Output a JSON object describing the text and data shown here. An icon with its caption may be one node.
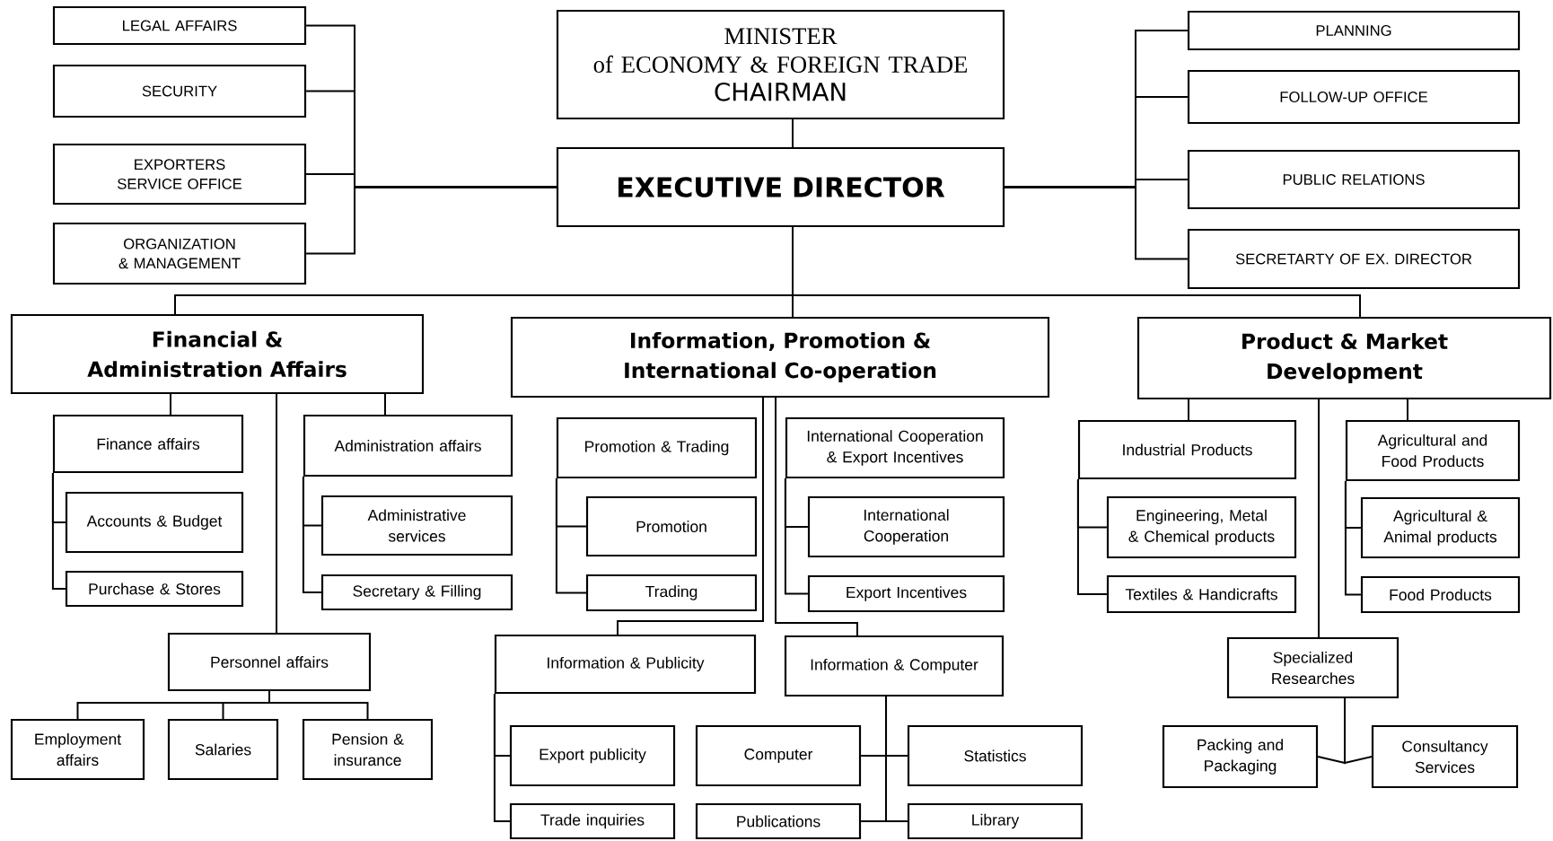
{
  "diagram": {
    "nodes": [
      {
        "text": [
          "MINISTER of ECONOMY & FOREIGN TRADE",
          "CHAIRMAN"
        ]
      },
      {
        "text": [
          "EXECUTIVE DIRECTOR"
        ]
      },
      {
        "text": [
          "LEGAL AFFAIRS"
        ]
      },
      {
        "text": [
          "SECURITY"
        ]
      },
      {
        "text": [
          "EXPORTERS SERVICE OFFICE"
        ]
      },
      {
        "text": [
          "ORGANIZATION & MANAGEMENT"
        ]
      },
      {
        "text": [
          "PLANNING"
        ]
      },
      {
        "text": [
          "FOLLOW-UP OFFICE"
        ]
      },
      {
        "text": [
          "PUBLIC RELATIONS"
        ]
      },
      {
        "text": [
          "SECRETARTY OF EX. DIRECTOR"
        ]
      },
      {
        "text": [
          "Financial & Administration Affairs"
        ]
      },
      {
        "text": [
          "Finance affairs"
        ]
      },
      {
        "text": [
          "Accounts & Budget"
        ]
      },
      {
        "text": [
          "Purchase & Stores"
        ]
      },
      {
        "text": [
          "Administration affairs"
        ]
      },
      {
        "text": [
          "Administrative services"
        ]
      },
      {
        "text": [
          "Secretary & Filling"
        ]
      },
      {
        "text": [
          "Personnel affairs"
        ]
      },
      {
        "text": [
          "Employment affairs"
        ]
      },
      {
        "text": [
          "Salaries"
        ]
      },
      {
        "text": [
          "Pension & insurance"
        ]
      },
      {
        "text": [
          "Information, Promotion & International Co-operation"
        ]
      },
      {
        "text": [
          "Promotion & Trading"
        ]
      },
      {
        "text": [
          "Promotion"
        ]
      },
      {
        "text": [
          "Trading"
        ]
      },
      {
        "text": [
          "International Cooperation & Export Incentives"
        ]
      },
      {
        "text": [
          "International Cooperation"
        ]
      },
      {
        "text": [
          "Export Incentives"
        ]
      },
      {
        "text": [
          "Information & Publicity"
        ]
      },
      {
        "text": [
          "Information & Computer"
        ]
      },
      {
        "text": [
          "Export publicity"
        ]
      },
      {
        "text": [
          "Trade inquiries"
        ]
      },
      {
        "text": [
          "Computer"
        ]
      },
      {
        "text": [
          "Publications"
        ]
      },
      {
        "text": [
          "Statistics"
        ]
      },
      {
        "text": [
          "Library"
        ]
      },
      {
        "text": [
          "Product & Market Development"
        ]
      },
      {
        "text": [
          "Industrial Products"
        ]
      },
      {
        "text": [
          "Engineering, Metal & Chemical products"
        ]
      },
      {
        "text": [
          "Textiles & Handicrafts"
        ]
      },
      {
        "text": [
          "Agricultural and Food Products"
        ]
      },
      {
        "text": [
          "Agricultural & Animal products"
        ]
      },
      {
        "text": [
          "Food Products"
        ]
      },
      {
        "text": [
          "Specialized Researches"
        ]
      },
      {
        "text": [
          "Packing and Packaging"
        ]
      },
      {
        "text": [
          "Consultancy Services"
        ]
      }
    ],
    "edges": [
      {
        "from": 0,
        "to": 1,
        "arrow": "none"
      },
      {
        "from": 1,
        "to": 2,
        "arrow": "none"
      },
      {
        "from": 1,
        "to": 3,
        "arrow": "none"
      },
      {
        "from": 1,
        "to": 4,
        "arrow": "none"
      },
      {
        "from": 1,
        "to": 5,
        "arrow": "none"
      },
      {
        "from": 1,
        "to": 6,
        "arrow": "none"
      },
      {
        "from": 1,
        "to": 7,
        "arrow": "none"
      },
      {
        "from": 1,
        "to": 8,
        "arrow": "none"
      },
      {
        "from": 1,
        "to": 9,
        "arrow": "none"
      },
      {
        "from": 1,
        "to": 10,
        "arrow": "none"
      },
      {
        "from": 1,
        "to": 21,
        "arrow": "none"
      },
      {
        "from": 1,
        "to": 36,
        "arrow": "none"
      },
      {
        "from": 10,
        "to": 11,
        "arrow": "none"
      },
      {
        "from": 10,
        "to": 14,
        "arrow": "none"
      },
      {
        "from": 10,
        "to": 17,
        "arrow": "none"
      },
      {
        "from": 11,
        "to": 12,
        "arrow": "none"
      },
      {
        "from": 11,
        "to": 13,
        "arrow": "none"
      },
      {
        "from": 14,
        "to": 15,
        "arrow": "none"
      },
      {
        "from": 14,
        "to": 16,
        "arrow": "none"
      },
      {
        "from": 17,
        "to": 18,
        "arrow": "none"
      },
      {
        "from": 17,
        "to": 19,
        "arrow": "none"
      },
      {
        "from": 17,
        "to": 20,
        "arrow": "none"
      },
      {
        "from": 21,
        "to": 28,
        "arrow": "none"
      },
      {
        "from": 21,
        "to": 29,
        "arrow": "none"
      },
      {
        "from": 22,
        "to": 23,
        "arrow": "none"
      },
      {
        "from": 22,
        "to": 24,
        "arrow": "none"
      },
      {
        "from": 25,
        "to": 26,
        "arrow": "none"
      },
      {
        "from": 25,
        "to": 27,
        "arrow": "none"
      },
      {
        "from": 28,
        "to": 30,
        "arrow": "none"
      },
      {
        "from": 28,
        "to": 31,
        "arrow": "none"
      },
      {
        "from": 29,
        "to": 32,
        "arrow": "none"
      },
      {
        "from": 29,
        "to": 33,
        "arrow": "none"
      },
      {
        "from": 29,
        "to": 34,
        "arrow": "none"
      },
      {
        "from": 29,
        "to": 35,
        "arrow": "none"
      },
      {
        "from": 36,
        "to": 37,
        "arrow": "none"
      },
      {
        "from": 36,
        "to": 40,
        "arrow": "none"
      },
      {
        "from": 36,
        "to": 43,
        "arrow": "none"
      },
      {
        "from": 37,
        "to": 38,
        "arrow": "none"
      },
      {
        "from": 37,
        "to": 39,
        "arrow": "none"
      },
      {
        "from": 40,
        "to": 41,
        "arrow": "none"
      },
      {
        "from": 40,
        "to": 42,
        "arrow": "none"
      },
      {
        "from": 43,
        "to": 44,
        "arrow": "none"
      },
      {
        "from": 43,
        "to": 45,
        "arrow": "none"
      }
    ]
  }
}
